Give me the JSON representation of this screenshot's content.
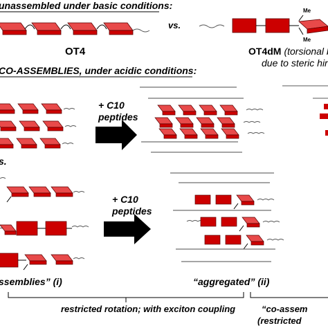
{
  "texts": {
    "top_heading": "unassembled under basic conditions:",
    "vs": "vs.",
    "me_top": "Me",
    "me_bottom": "Me",
    "ot4": "OT4",
    "ot4dm_name": "OT4dM",
    "ot4dm_note1": "(torsional b",
    "ot4dm_note2": "due to steric hin",
    "section_heading": "CO-ASSEMBLIES, under acidic conditions:",
    "arrow1_line1": "+ C10",
    "arrow1_line2": "peptides",
    "row2_prefix": "s.",
    "arrow2_line1": "+ C10",
    "arrow2_line2": "peptides",
    "assemblies_label": "ssemblies” (i)",
    "aggregated_label": "“aggregated” (ii)",
    "restricted_rotation": "restricted rotation; with exciton coupling",
    "coassem1": "“co-assem",
    "coassem2": "(restricted"
  },
  "colors": {
    "block_fill": "#cc0000",
    "block_top": "#e84a4a",
    "block_edge": "#5a0000",
    "peptide_line": "#6f6f6f",
    "arrow": "#000000"
  }
}
